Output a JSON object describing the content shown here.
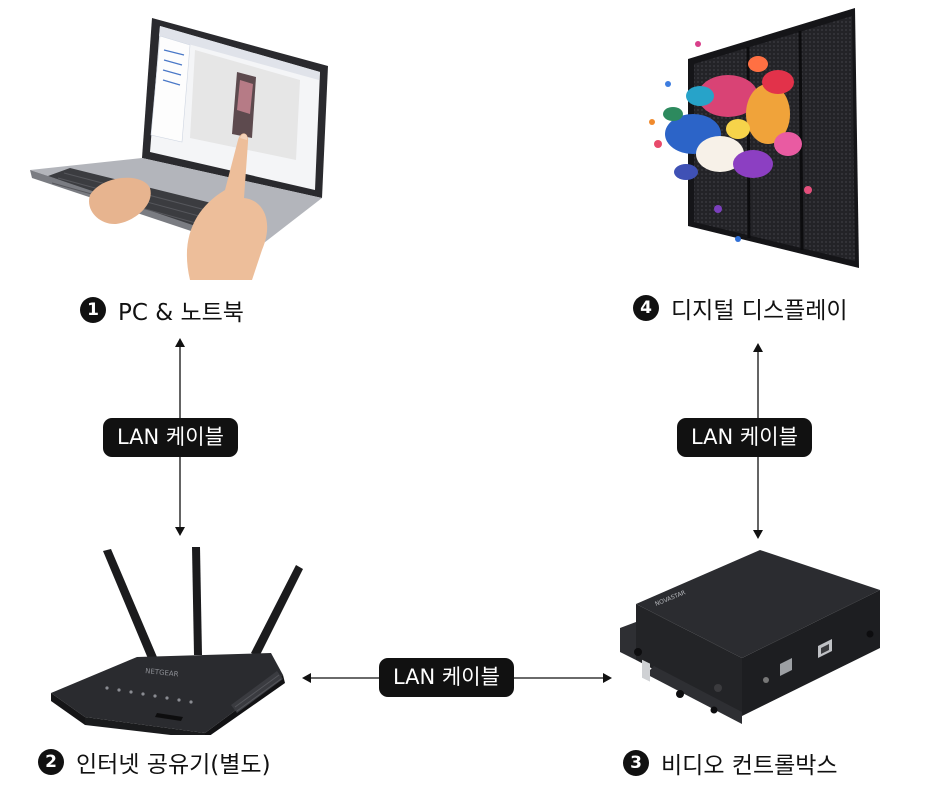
{
  "nodes": {
    "pc": {
      "number": "1",
      "label": "PC & 노트북"
    },
    "router": {
      "number": "2",
      "label": "인터넷 공유기(별도)"
    },
    "controller": {
      "number": "3",
      "label": "비디오 컨트롤박스"
    },
    "display": {
      "number": "4",
      "label": "디지털 디스플레이"
    }
  },
  "links": {
    "pc_router": "LAN 케이블",
    "router_controller": "LAN 케이블",
    "controller_display": "LAN 케이블"
  },
  "router_brand": "NETGEAR",
  "controller_brand": "NOVASTAR"
}
